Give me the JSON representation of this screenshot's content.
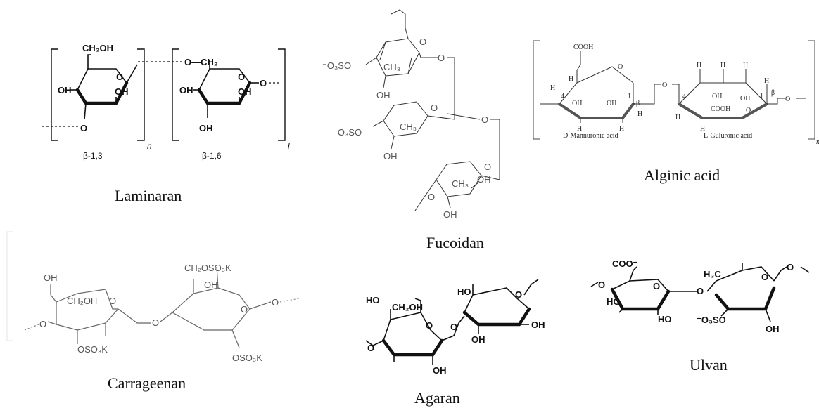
{
  "captions": {
    "laminaran": "Laminaran",
    "fucoidan": "Fucoidan",
    "alginic": "Alginic acid",
    "carrageenan": "Carrageenan",
    "agaran": "Agaran",
    "ulvan": "Ulvan"
  },
  "laminaran": {
    "ch2oh": "CH₂OH",
    "o_ch2": "O—CH₂",
    "oh": "OH",
    "o": "O",
    "link_13": "β-1,3",
    "link_16": "β-1,6",
    "n": "n",
    "l": "l"
  },
  "fucoidan": {
    "so3": "⁻O₃SO",
    "ch3": "CH₃",
    "oh": "OH",
    "o": "O"
  },
  "alginic": {
    "cooh": "COOH",
    "oh": "OH",
    "h": "H",
    "o": "O",
    "beta": "β",
    "c1": "1",
    "c4": "4",
    "mannuronic": "D-Mannuronic acid",
    "guluronic": "L-Guluronic acid",
    "n": "n"
  },
  "carrageenan": {
    "oh": "OH",
    "ch2oh": "CH₂OH",
    "ch2oso3k": "CH₂OSO₃K",
    "oso3k": "OSO₃K",
    "o": "O"
  },
  "agaran": {
    "ho": "HO",
    "ch2oh": "CH₂OH",
    "oh": "OH",
    "o": "O"
  },
  "ulvan": {
    "coo": "COO⁻",
    "h3c": "H₃C",
    "ho": "HO",
    "so3": "⁻O₃SO",
    "oh": "OH",
    "o": "O"
  }
}
